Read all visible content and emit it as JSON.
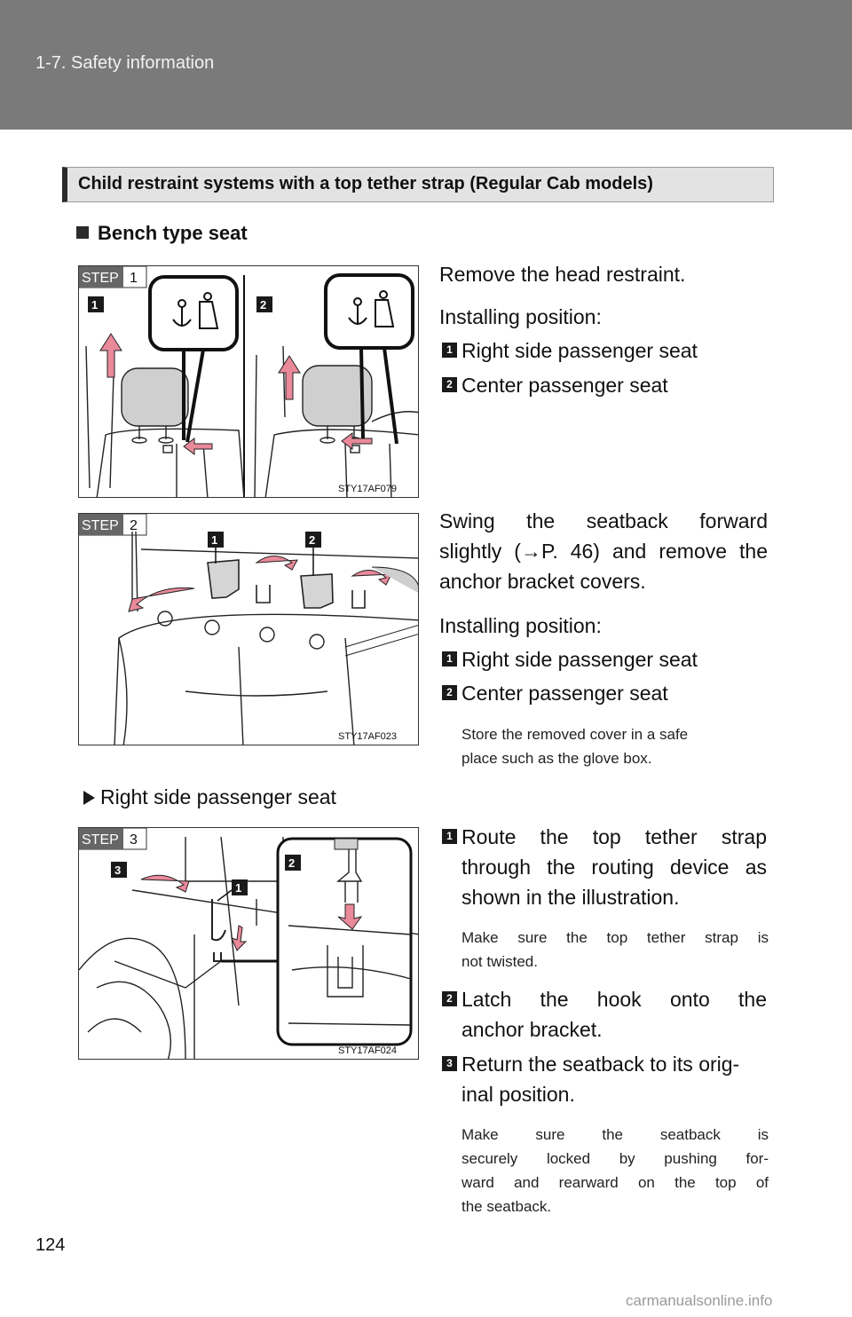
{
  "header": {
    "title": "1-7. Safety information"
  },
  "section": {
    "title": "Child restraint systems with a top tether strap (Regular Cab models)"
  },
  "subheading": "Bench type seat",
  "figures": [
    {
      "step_label": "STEP",
      "step_num": "1",
      "code": "STY17AF079",
      "markers": [
        "1",
        "2"
      ]
    },
    {
      "step_label": "STEP",
      "step_num": "2",
      "code": "STY17AF023",
      "markers": [
        "1",
        "2"
      ]
    },
    {
      "step_label": "STEP",
      "step_num": "3",
      "code": "STY17AF024",
      "markers": [
        "3",
        "1",
        "2"
      ]
    }
  ],
  "step1": {
    "instruction": "Remove the head restraint.",
    "position_label": "Installing position:",
    "positions": [
      {
        "num": "1",
        "text": "Right side passenger seat"
      },
      {
        "num": "2",
        "text": "Center passenger seat"
      }
    ]
  },
  "step2": {
    "instruction_line1": "Swing the seatback forward",
    "instruction_line2": "slightly (→P. 46) and remove the",
    "instruction_line3": "anchor bracket covers.",
    "position_label": "Installing position:",
    "positions": [
      {
        "num": "1",
        "text": "Right side passenger seat"
      },
      {
        "num": "2",
        "text": "Center passenger seat"
      }
    ],
    "note_line1": "Store the removed cover in a safe",
    "note_line2": "place such as the glove box."
  },
  "right_side_heading": "Right side passenger seat",
  "step3": {
    "items": [
      {
        "num": "1",
        "line1": "Route the top tether strap",
        "line2": "through the routing device as",
        "line3": "shown in the illustration."
      },
      {
        "num": "2",
        "line1": "Latch the hook onto the",
        "line2": "anchor bracket."
      },
      {
        "num": "3",
        "line1": "Return the seatback to its orig-",
        "line2": "inal position."
      }
    ],
    "note1_line1": "Make sure the top tether strap is",
    "note1_line2": "not twisted.",
    "note3_line1": "Make sure the seatback is",
    "note3_line2": "securely locked by pushing for-",
    "note3_line3": "ward and rearward on the top of",
    "note3_line4": "the seatback."
  },
  "page_number": "124",
  "watermark": "carmanualsonline.info",
  "colors": {
    "header_bg": "#7a7a7a",
    "arrow_pink": "#e9899a",
    "section_bg": "#e3e3e3"
  }
}
